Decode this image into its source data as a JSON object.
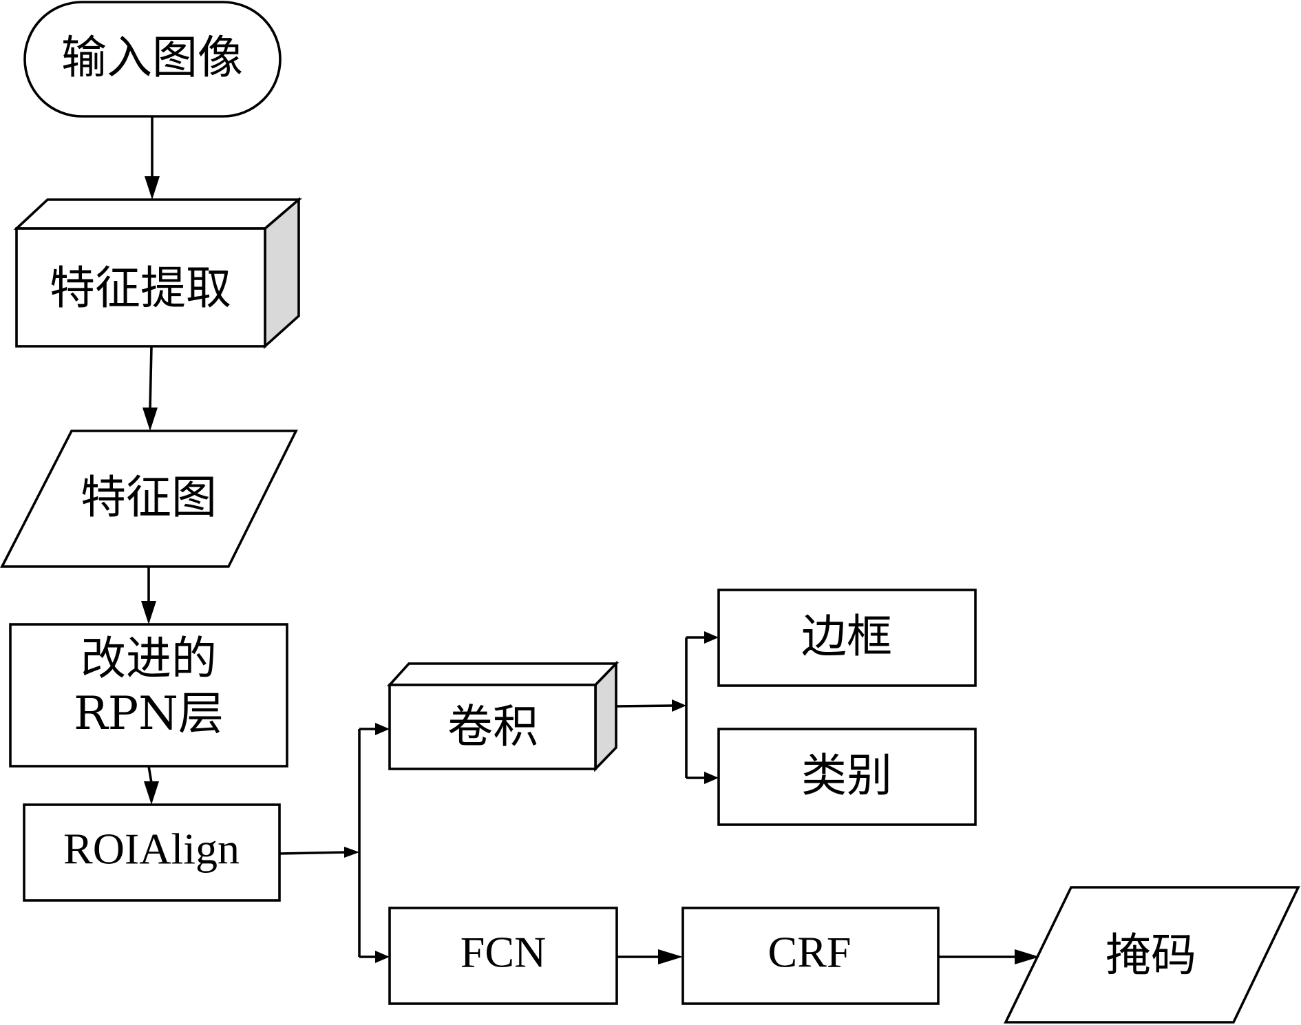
{
  "nodes": {
    "input_image": "输入图像",
    "feature_extraction": "特征提取",
    "feature_map": "特征图",
    "improved_rpn_line1": "改进的",
    "improved_rpn_line2": "RPN层",
    "roialign": "ROIAlign",
    "convolution": "卷积",
    "bounding_box": "边框",
    "category": "类别",
    "fcn": "FCN",
    "crf": "CRF",
    "mask": "掩码"
  },
  "colors": {
    "stroke": "#000000",
    "fill": "#ffffff",
    "cuboid_side": "#d9d9d9"
  }
}
